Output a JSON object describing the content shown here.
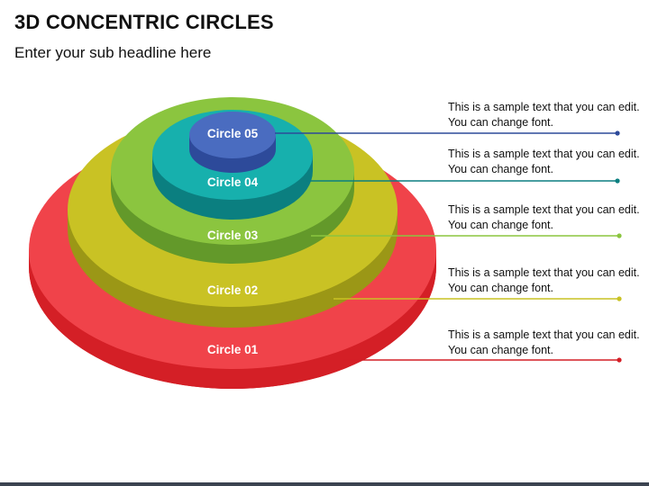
{
  "header": {
    "title": "3D CONCENTRIC CIRCLES",
    "subtitle": "Enter your sub headline here"
  },
  "circles": [
    {
      "label": "Circle 01",
      "color_top": "#f0434a",
      "color_side": "#d41f26",
      "description": "This is a sample text that you can edit. You can change font."
    },
    {
      "label": "Circle 02",
      "color_top": "#c9c224",
      "color_side": "#9b9716",
      "description": "This is a sample text that you can edit. You can change font."
    },
    {
      "label": "Circle 03",
      "color_top": "#8bc53f",
      "color_side": "#63992a",
      "description": "This is a sample text that you can edit. You can change font."
    },
    {
      "label": "Circle 04",
      "color_top": "#17b0ad",
      "color_side": "#0b7f80",
      "description": "This is a sample text that you can edit. You can change font."
    },
    {
      "label": "Circle 05",
      "color_top": "#4a6cc0",
      "color_side": "#2d4a9a",
      "description": "This is a sample text that you can edit. You can change font."
    }
  ]
}
